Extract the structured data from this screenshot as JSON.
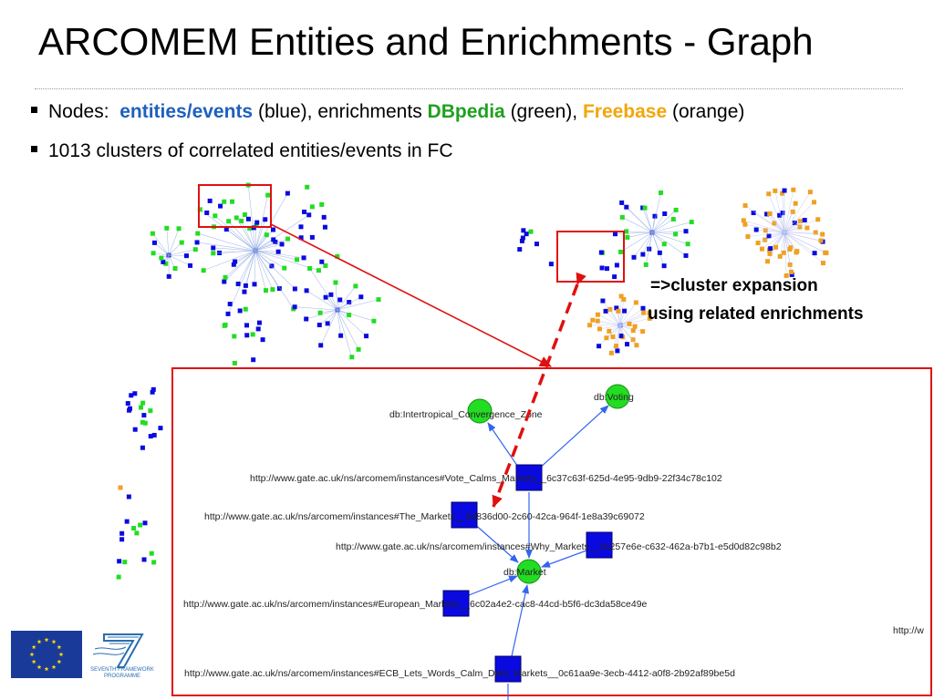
{
  "title": "ARCOMEM Entities and Enrichments - Graph",
  "bullets": {
    "nodes_prefix": "Nodes: ",
    "entities_events": "entities/events",
    "blue_text": " (blue), enrichments ",
    "dbpedia": "DBpedia",
    "green_text": " (green), ",
    "freebase": "Freebase",
    "orange_text": " (orange)",
    "clusters": "1013 clusters of correlated entities/events in FC"
  },
  "annotation": {
    "line1": "=>cluster expansion",
    "line2": "using related enrichments"
  },
  "legend_colors": {
    "entity": "#0a0ae0",
    "dbpedia": "#22dd22",
    "freebase": "#f0a020",
    "highlight": "#e01010",
    "edge": "#3366ee"
  },
  "graph": {
    "nodes": {
      "zone": "db:Intertropical_Convergence_Zone",
      "voting": "db:Voting",
      "market": "db:Market",
      "vote": "http://www.gate.ac.uk/ns/arcomem/instances#Vote_Calms_Markets__6c37c63f-625d-4e95-9db9-22f34c78c102",
      "the": "http://www.gate.ac.uk/ns/arcomem/instances#The_Markets__9d836d00-2c60-42ca-964f-1e8a39c69072",
      "why": "http://www.gate.ac.uk/ns/arcomem/instances#Why_Markets__0c257e6e-c632-462a-b7b1-e5d0d82c98b2",
      "european": "http://www.gate.ac.uk/ns/arcomem/instances#European_Markets__6c02a4e2-cac8-44cd-b5f6-dc3da58ce49e",
      "ecb": "http://www.gate.ac.uk/ns/arcomem/instances#ECB_Lets_Words_Calm_Debt_Markets__0c61aa9e-3ecb-4412-a0f8-2b92af89be5d",
      "cut": "http://w"
    }
  },
  "logos": {
    "fp7_line1": "SEVENTH FRAMEWORK",
    "fp7_line2": "PROGRAMME"
  }
}
